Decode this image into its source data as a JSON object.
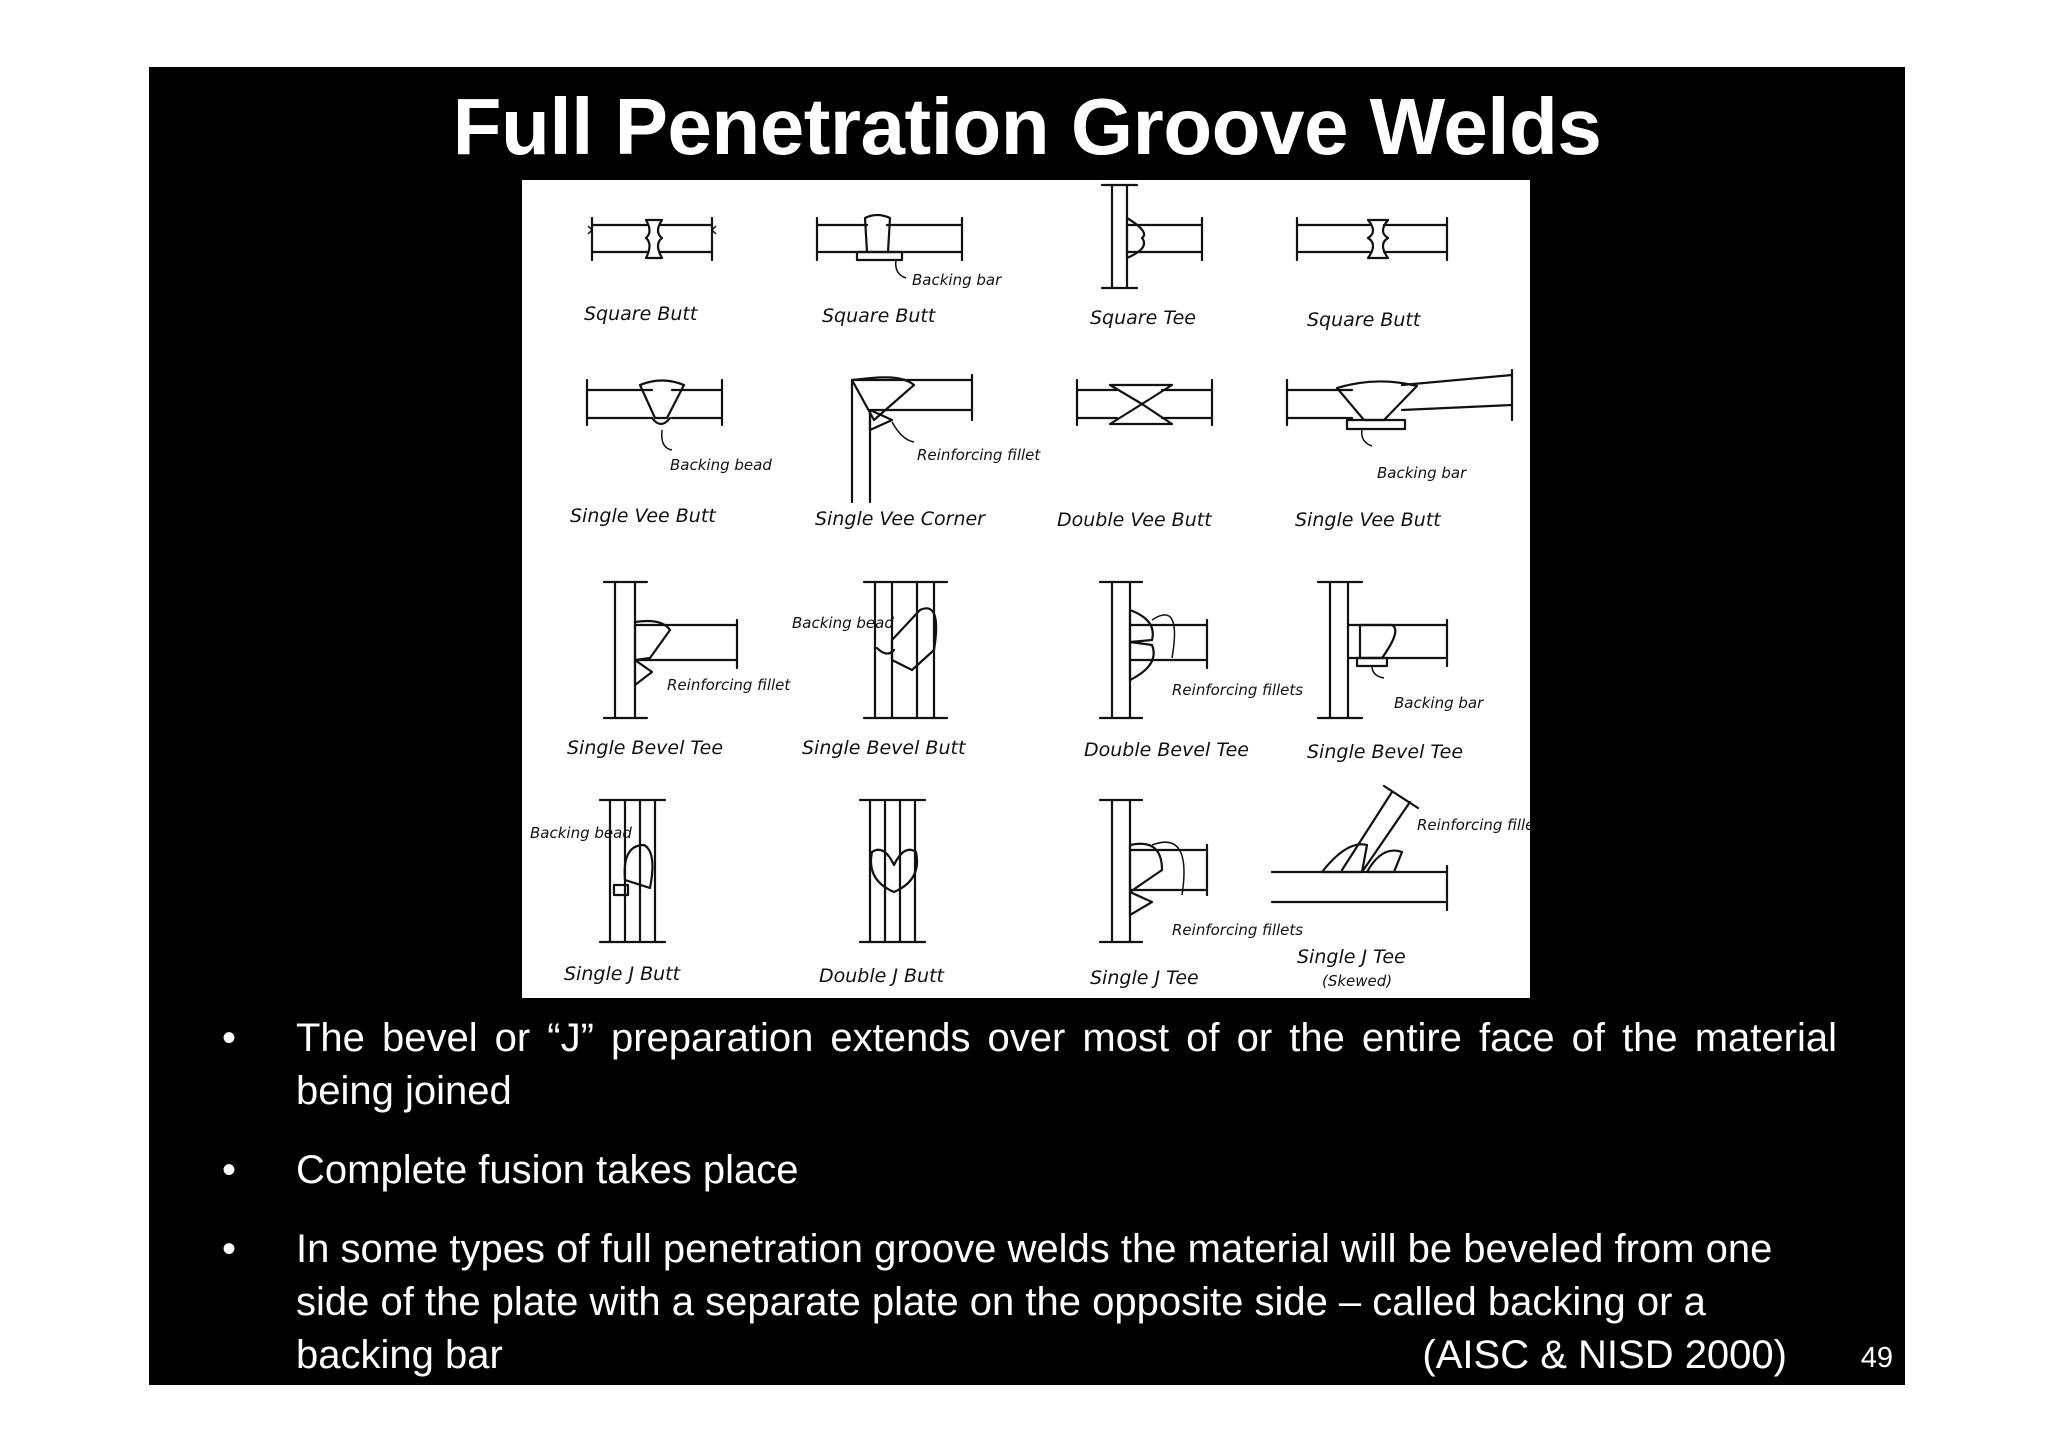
{
  "slide": {
    "title": "Full Penetration Groove Welds",
    "page_number": "49"
  },
  "figure": {
    "rows": [
      [
        {
          "label": "Square Butt",
          "note": ""
        },
        {
          "label": "Square Butt",
          "note": "Backing bar"
        },
        {
          "label": "Square Tee",
          "note": ""
        },
        {
          "label": "Square Butt",
          "note": ""
        }
      ],
      [
        {
          "label": "Single Vee Butt",
          "note": "Backing bead"
        },
        {
          "label": "Single Vee Corner",
          "note": "Reinforcing fillet"
        },
        {
          "label": "Double Vee Butt",
          "note": ""
        },
        {
          "label": "Single Vee Butt",
          "note": "Backing bar"
        }
      ],
      [
        {
          "label": "Single Bevel Tee",
          "note": "Reinforcing fillet"
        },
        {
          "label": "Single Bevel Butt",
          "note": "Backing bead"
        },
        {
          "label": "Double Bevel Tee",
          "note": "Reinforcing fillets"
        },
        {
          "label": "Single Bevel Tee",
          "note": "Backing bar"
        }
      ],
      [
        {
          "label": "Single J Butt",
          "note": "Backing bead"
        },
        {
          "label": "Double J Butt",
          "note": ""
        },
        {
          "label": "Single J Tee",
          "note": "Reinforcing fillets"
        },
        {
          "label": "Single J Tee",
          "note": "Reinforcing fillet",
          "sublabel": "(Skewed)"
        }
      ]
    ]
  },
  "bullets": [
    {
      "text": "The bevel or “J” preparation extends over most of or the entire face of the material being joined"
    },
    {
      "text": "Complete fusion takes place"
    },
    {
      "text": "In some types of full penetration groove welds the material will be beveled from one side of the plate with a separate plate on the opposite side – called backing or a backing bar",
      "citation": "(AISC & NISD 2000)"
    }
  ],
  "bullet_symbol": "•"
}
